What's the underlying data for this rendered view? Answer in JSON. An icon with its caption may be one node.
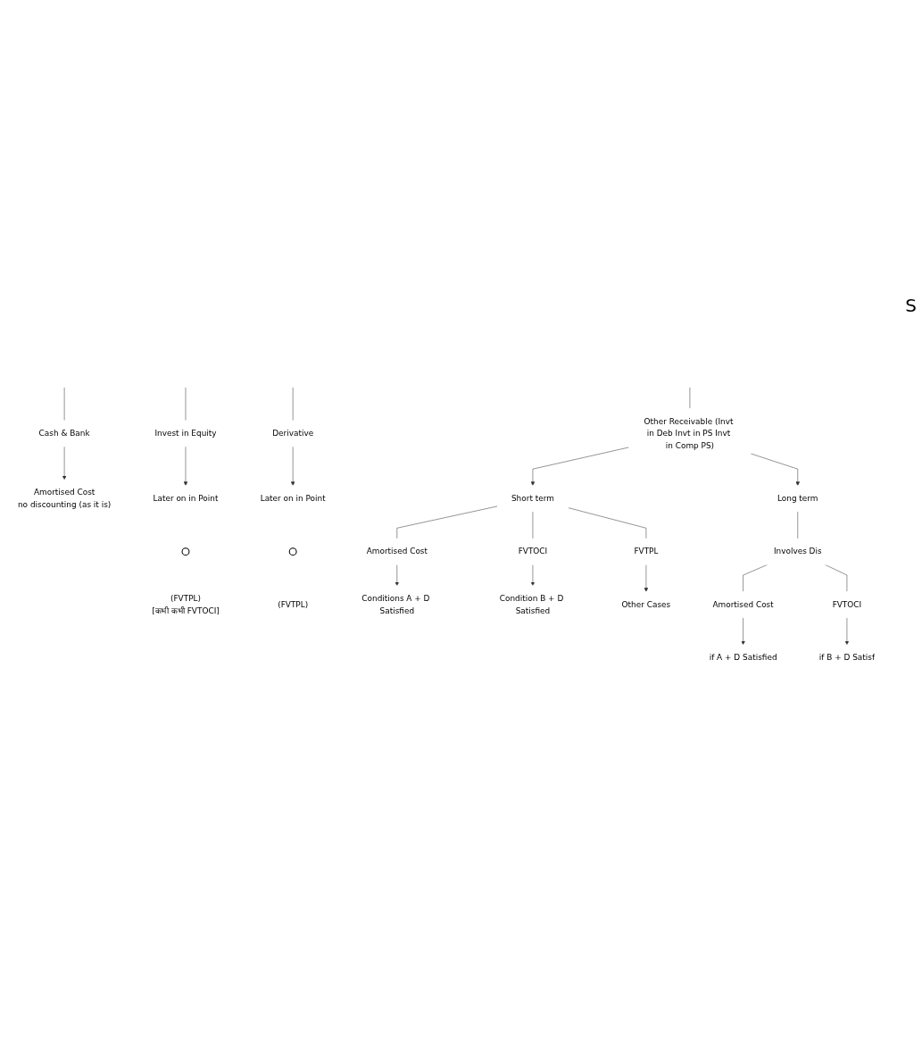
{
  "diagram": {
    "nodes": [
      {
        "text": [
          "Cash & Bank"
        ]
      },
      {
        "text": [
          "Invest in Equity"
        ]
      },
      {
        "text": [
          "Derivative"
        ]
      },
      {
        "text": [
          "Other Receivable (Invt in Deb Invt in PS Invt in Comp PS)"
        ]
      },
      {
        "text": [
          "Amortised Cost",
          "no discounting (as it is)"
        ]
      },
      {
        "text": [
          "Later on in Point"
        ]
      },
      {
        "text": [],
        "shape": "circle"
      },
      {
        "text": [
          "(FVTPL)",
          "[कभी कभी FVTOCI]"
        ]
      },
      {
        "text": [
          "Later on in Point"
        ]
      },
      {
        "text": [],
        "shape": "circle"
      },
      {
        "text": [
          "(FVTPL)"
        ]
      },
      {
        "text": [
          "Short term"
        ]
      },
      {
        "text": [
          "Long term"
        ]
      },
      {
        "text": [
          "Involves Dis"
        ]
      },
      {
        "text": [
          "Amortised Cost"
        ]
      },
      {
        "text": [
          "FVTOCI"
        ]
      },
      {
        "text": [
          "FVTPL"
        ]
      },
      {
        "text": [
          "Conditions A + D Satisfied"
        ]
      },
      {
        "text": [
          "Condition B + D Satisfied"
        ]
      },
      {
        "text": [
          "Other Cases"
        ]
      },
      {
        "text": [
          "Amortised Cost"
        ]
      },
      {
        "text": [
          "FVTOCI"
        ]
      },
      {
        "text": [
          "if A + D Satisfied"
        ]
      },
      {
        "text": [
          "if B + D Satisf"
        ]
      }
    ],
    "edges": [
      {
        "from": null,
        "to": 0,
        "arrow": "none"
      },
      {
        "from": null,
        "to": 1,
        "arrow": "none"
      },
      {
        "from": null,
        "to": 2,
        "arrow": "none"
      },
      {
        "from": null,
        "to": 3,
        "arrow": "none"
      },
      {
        "from": 0,
        "to": 4,
        "arrow": "to"
      },
      {
        "from": 1,
        "to": 5,
        "arrow": "to"
      },
      {
        "from": 2,
        "to": 8,
        "arrow": "to"
      },
      {
        "from": 3,
        "to": 11,
        "arrow": "to"
      },
      {
        "from": 3,
        "to": 12,
        "arrow": "to"
      },
      {
        "from": 11,
        "to": 14,
        "arrow": "none"
      },
      {
        "from": 11,
        "to": 15,
        "arrow": "none"
      },
      {
        "from": 11,
        "to": 16,
        "arrow": "none"
      },
      {
        "from": 14,
        "to": 17,
        "arrow": "to"
      },
      {
        "from": 15,
        "to": 18,
        "arrow": "to"
      },
      {
        "from": 16,
        "to": 19,
        "arrow": "to"
      },
      {
        "from": 12,
        "to": 13,
        "arrow": "none"
      },
      {
        "from": 13,
        "to": 20,
        "arrow": "none"
      },
      {
        "from": 13,
        "to": 21,
        "arrow": "none"
      },
      {
        "from": 20,
        "to": 22,
        "arrow": "to"
      },
      {
        "from": 21,
        "to": 23,
        "arrow": "to"
      }
    ],
    "labels": [
      "S"
    ]
  }
}
